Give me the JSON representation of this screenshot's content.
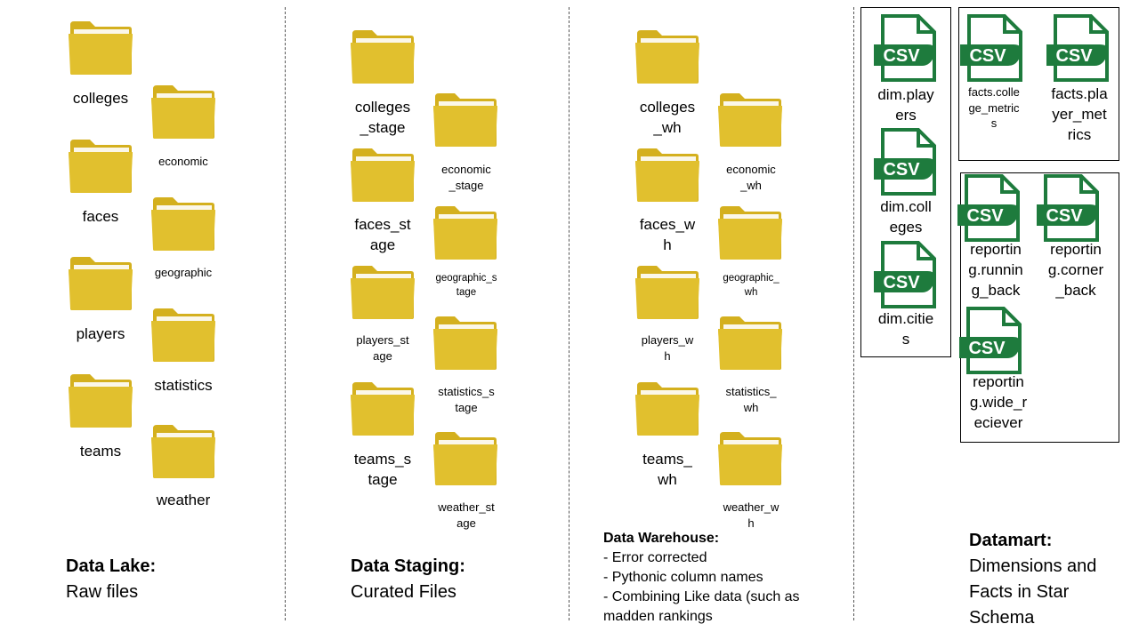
{
  "colors": {
    "folder": "#E1C02E",
    "folder_tab": "#D4B01E",
    "csv": "#1E7B3D",
    "divider": "#555555"
  },
  "icons": {
    "folder": "folder-icon",
    "csv": "csv-file-icon"
  },
  "data_lake": {
    "folders": [
      "colleges",
      "economic",
      "faces",
      "geographic",
      "players",
      "statistics",
      "teams",
      "weather"
    ],
    "caption_title": "Data Lake:",
    "caption_text": "Raw files"
  },
  "data_staging": {
    "folders": [
      "colleges\n_stage",
      "economic\n_stage",
      "faces_st\nage",
      "geographic_s\ntage",
      "players_st\nage",
      "statistics_s\ntage",
      "teams_s\ntage",
      "weather_st\nage"
    ],
    "caption_title": "Data Staging:",
    "caption_text": "Curated Files"
  },
  "data_warehouse": {
    "folders": [
      "colleges\n_wh",
      "economic\n_wh",
      "faces_w\nh",
      "geographic_\nwh",
      "players_w\nh",
      "statistics_\nwh",
      "teams_\nwh",
      "weather_w\nh"
    ],
    "caption_title": "Data Warehouse:",
    "bullets": [
      "- Error corrected",
      "- Pythonic column names",
      "- Combining Like data (such as madden rankings"
    ]
  },
  "datamart": {
    "csv_label": "CSV",
    "dims": [
      "dim.play\ners",
      "dim.coll\neges",
      "dim.citie\ns"
    ],
    "facts": [
      "facts.colle\nge_metric\ns",
      "facts.pla\nyer_met\nrics"
    ],
    "reporting": [
      "reportin\ng.runnin\ng_back",
      "reportin\ng.corner\n_back",
      "reportin\ng.wide_r\neciever"
    ],
    "caption_title": "Datamart:",
    "caption_text": "Dimensions and Facts in Star Schema"
  }
}
